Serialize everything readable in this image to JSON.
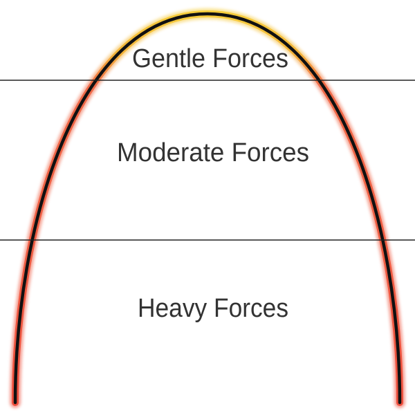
{
  "zones": [
    {
      "label": "Gentle Forces"
    },
    {
      "label": "Moderate Forces"
    },
    {
      "label": "Heavy Forces"
    }
  ],
  "colors": {
    "background": "#ffffff",
    "wire": "#111111",
    "glow_gentle": "#f2c230",
    "glow_heavy": "#ef5a44",
    "divider": "#222222",
    "label_text": "#333333"
  }
}
